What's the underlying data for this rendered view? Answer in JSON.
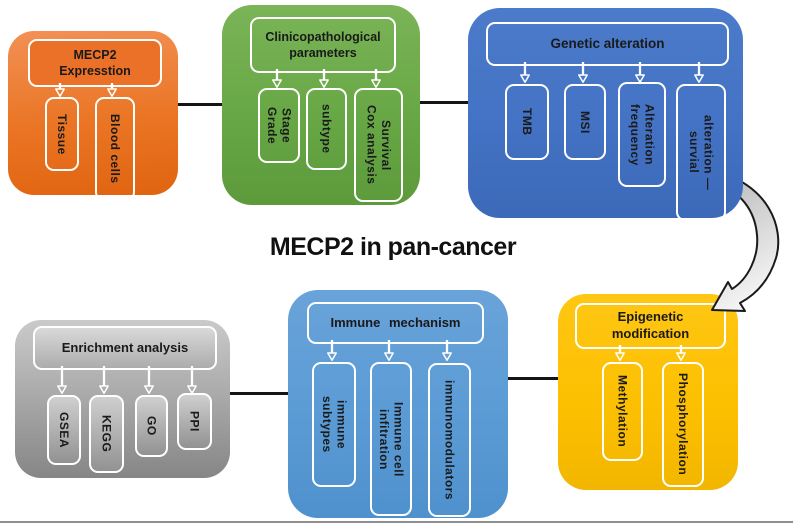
{
  "title": "MECP2 in pan-cancer",
  "panels": {
    "expression": {
      "header": "MECP2\nExpresstion",
      "items": [
        "Tissue",
        "Blood cells"
      ],
      "color": "#ED7D31"
    },
    "clinicopathological": {
      "header": "Clinicopathological\nparameters",
      "items": [
        "Stage\nGrade",
        "subtype",
        "Survival\nCox analysis"
      ],
      "color": "#70AD47"
    },
    "genetic": {
      "header": "Genetic alteration",
      "items": [
        "TMB",
        "MSI",
        "Alteration\nfrequency",
        "alteration —\nsurvial"
      ],
      "color": "#4472C4"
    },
    "enrichment": {
      "header": "Enrichment analysis",
      "items": [
        "GSEA",
        "KEGG",
        "GO",
        "PPI"
      ],
      "color": "#A6A6A6"
    },
    "immune": {
      "header": "Immune mechanism",
      "items": [
        "immune\nsubtypes",
        "Immune cell\ninfitration",
        "immunomodulators"
      ],
      "color": "#5B9BD5"
    },
    "epigenetic": {
      "header": "Epigenetic\nmodification",
      "items": [
        "Methylation",
        "Phosphorylation"
      ],
      "color": "#FFC000"
    }
  },
  "connector_color": "#151515",
  "curved_arrow_fill": "#D9D9D9"
}
